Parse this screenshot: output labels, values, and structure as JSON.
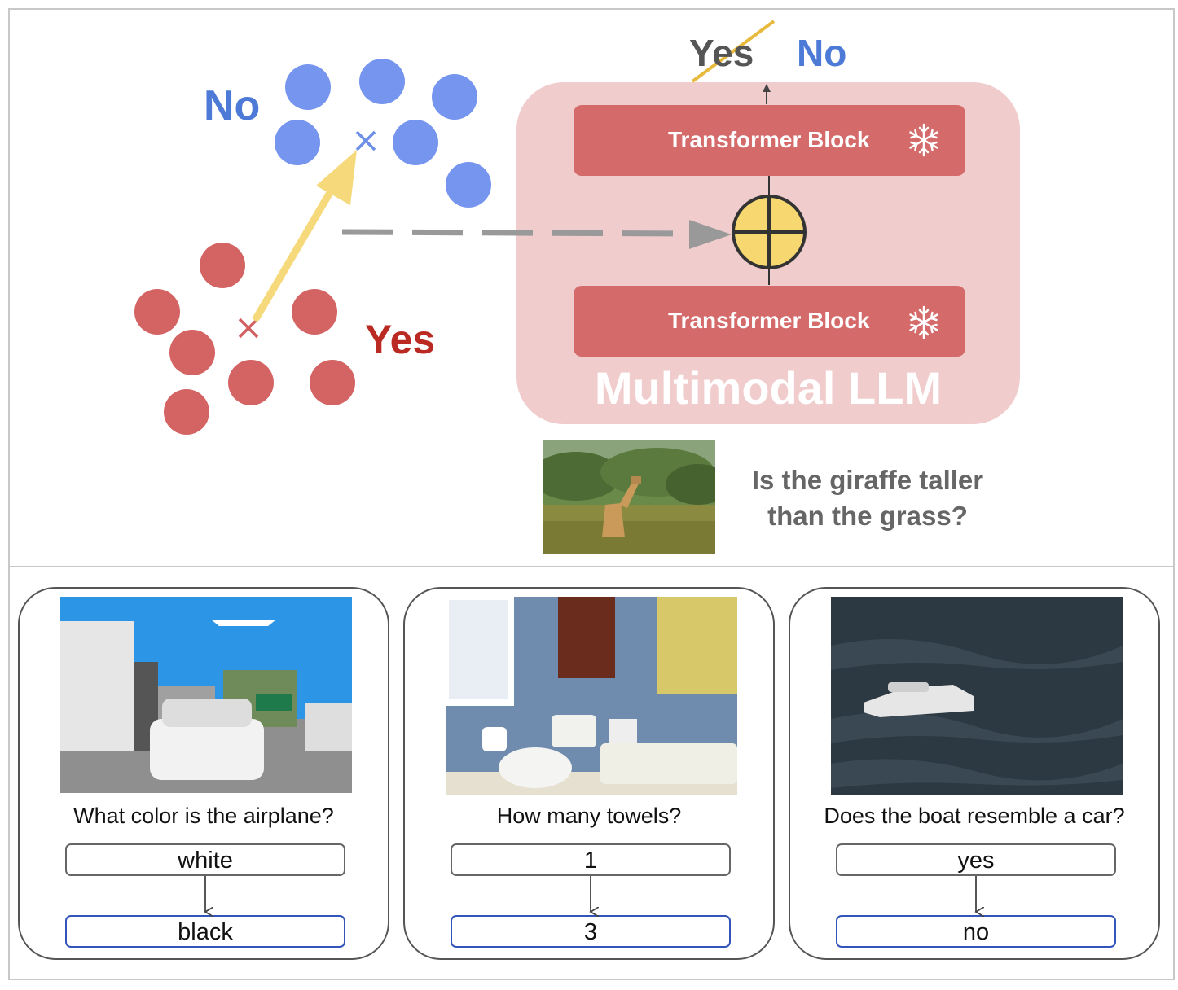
{
  "diagram": {
    "cluster_no_label": "No",
    "cluster_yes_label": "Yes",
    "output_old": "Yes",
    "output_new": "No",
    "llm_label": "Multimodal LLM",
    "block_top_label": "Transformer Block",
    "block_bottom_label": "Transformer Block",
    "question": "Is the giraffe taller than the grass?",
    "colors": {
      "no_blue": "#4d7ad6",
      "blue_dot": "#7595ee",
      "yes_red": "#bb2a22",
      "red_dot": "#d46464",
      "steer_arrow": "#f5d97b",
      "llm_bg": "#f1cccc",
      "block": "#d46a6a"
    },
    "icons": [
      "snowflake-icon",
      "add-circle-icon",
      "cross-mark-icon"
    ]
  },
  "examples": [
    {
      "question": "What color is the airplane?",
      "before": "white",
      "after": "black"
    },
    {
      "question": "How many towels?",
      "before": "1",
      "after": "3"
    },
    {
      "question": "Does the boat resemble a car?",
      "before": "yes",
      "after": "no"
    }
  ]
}
